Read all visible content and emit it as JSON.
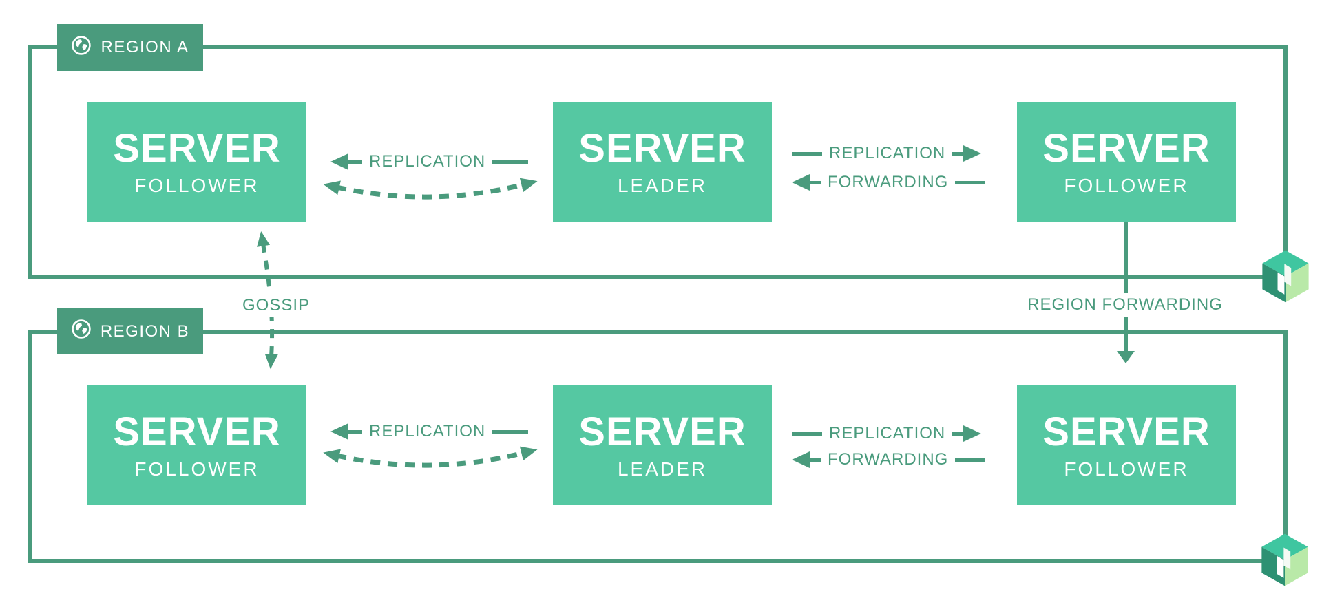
{
  "colors": {
    "primary_dark": "#4a9b7d",
    "primary_light": "#55c8a2",
    "background": "#ffffff",
    "logo_top_face": "#3fc6a0",
    "logo_left_face": "#2e9173",
    "logo_right_face": "#b9e9a8"
  },
  "icons": {
    "region_label_icon": "globe-icon",
    "corner_logo_icon": "nomad-cube-logo-icon"
  },
  "regions": [
    {
      "label": "REGION A",
      "servers": [
        {
          "title": "SERVER",
          "role": "FOLLOWER"
        },
        {
          "title": "SERVER",
          "role": "LEADER"
        },
        {
          "title": "SERVER",
          "role": "FOLLOWER"
        }
      ],
      "arrows": {
        "left_replication": "REPLICATION",
        "right_replication": "REPLICATION",
        "right_forwarding": "FORWARDING"
      }
    },
    {
      "label": "REGION B",
      "servers": [
        {
          "title": "SERVER",
          "role": "FOLLOWER"
        },
        {
          "title": "SERVER",
          "role": "LEADER"
        },
        {
          "title": "SERVER",
          "role": "FOLLOWER"
        }
      ],
      "arrows": {
        "left_replication": "REPLICATION",
        "right_replication": "REPLICATION",
        "right_forwarding": "FORWARDING"
      }
    }
  ],
  "cross_region": {
    "gossip": "GOSSIP",
    "region_forwarding": "REGION FORWARDING"
  }
}
